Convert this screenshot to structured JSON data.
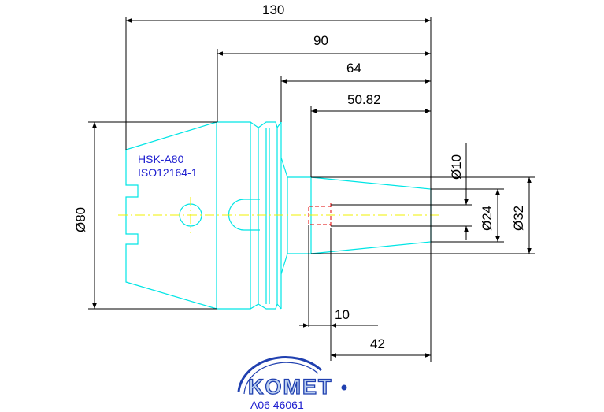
{
  "dimensions": {
    "len_total": "130",
    "len_body": "90",
    "len_collar": "64",
    "len_taper": "50.82",
    "dia_flange": "Ø80",
    "dia_tip": "Ø10",
    "dia_front": "Ø24",
    "dia_rear": "Ø32",
    "bore_depth": "10",
    "bore_len": "42"
  },
  "labels": {
    "holder_type": "HSK-A80",
    "standard": "ISO12164-1"
  },
  "logo": {
    "brand": "KOMET",
    "part_number": "A06 46061"
  },
  "colors": {
    "outline": "#00e5e5",
    "centerline": "#f0f000",
    "hidden": "#e00000",
    "dimension": "#000000",
    "text_blue": "#2020d0"
  }
}
